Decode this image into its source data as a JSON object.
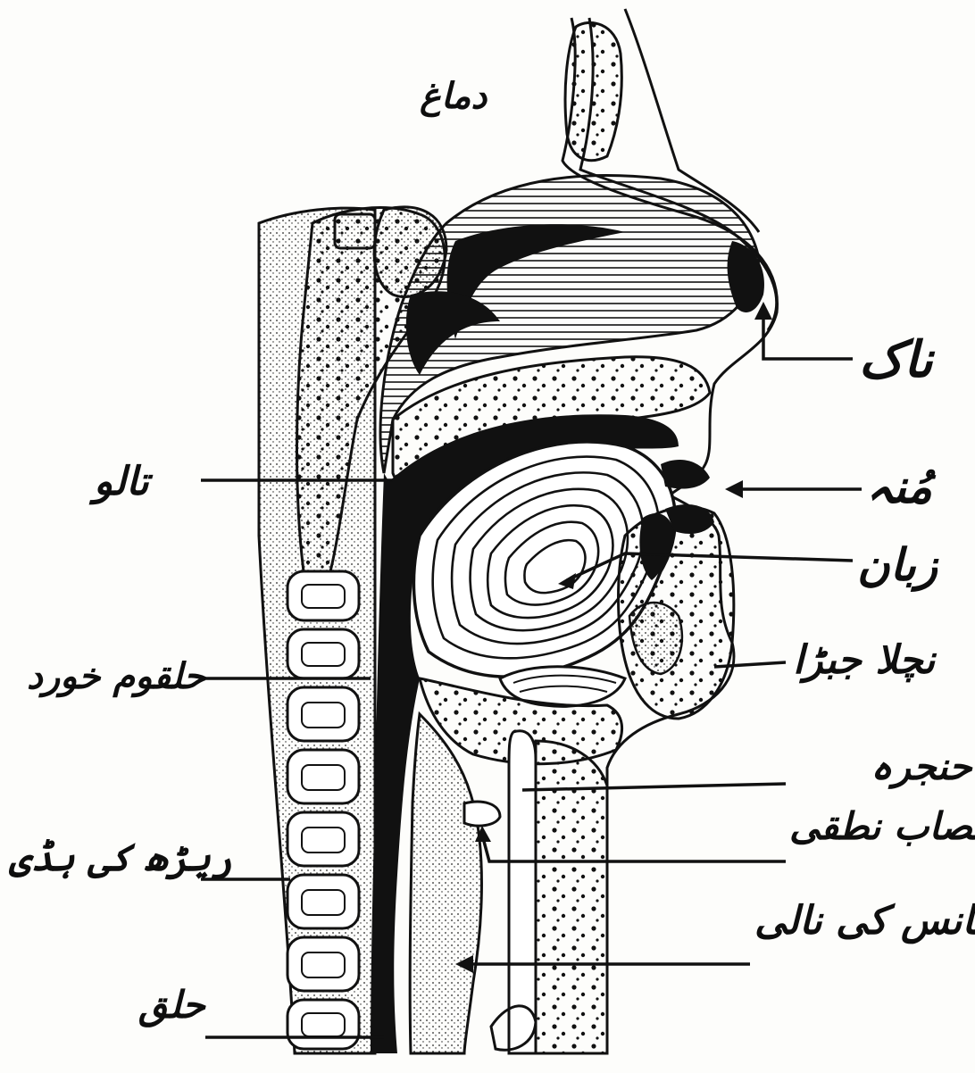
{
  "diagram": {
    "labels": {
      "brain": "دماغ",
      "nose": "ناک",
      "mouth": "مُنہ",
      "tongue": "زبان",
      "lower_jaw": "نچلا جبڑا",
      "larynx": "حنجرہ",
      "vocal_cords": "اعصاب نطقی",
      "trachea": "سانس کی نالی",
      "palate": "تالو",
      "pharynx": "حلقوم خورد",
      "spine": "ریڑھ کی ہڈی",
      "throat": "حلق"
    },
    "colors": {
      "ink": "#0e0e0e",
      "paper": "#fdfdfb"
    }
  }
}
